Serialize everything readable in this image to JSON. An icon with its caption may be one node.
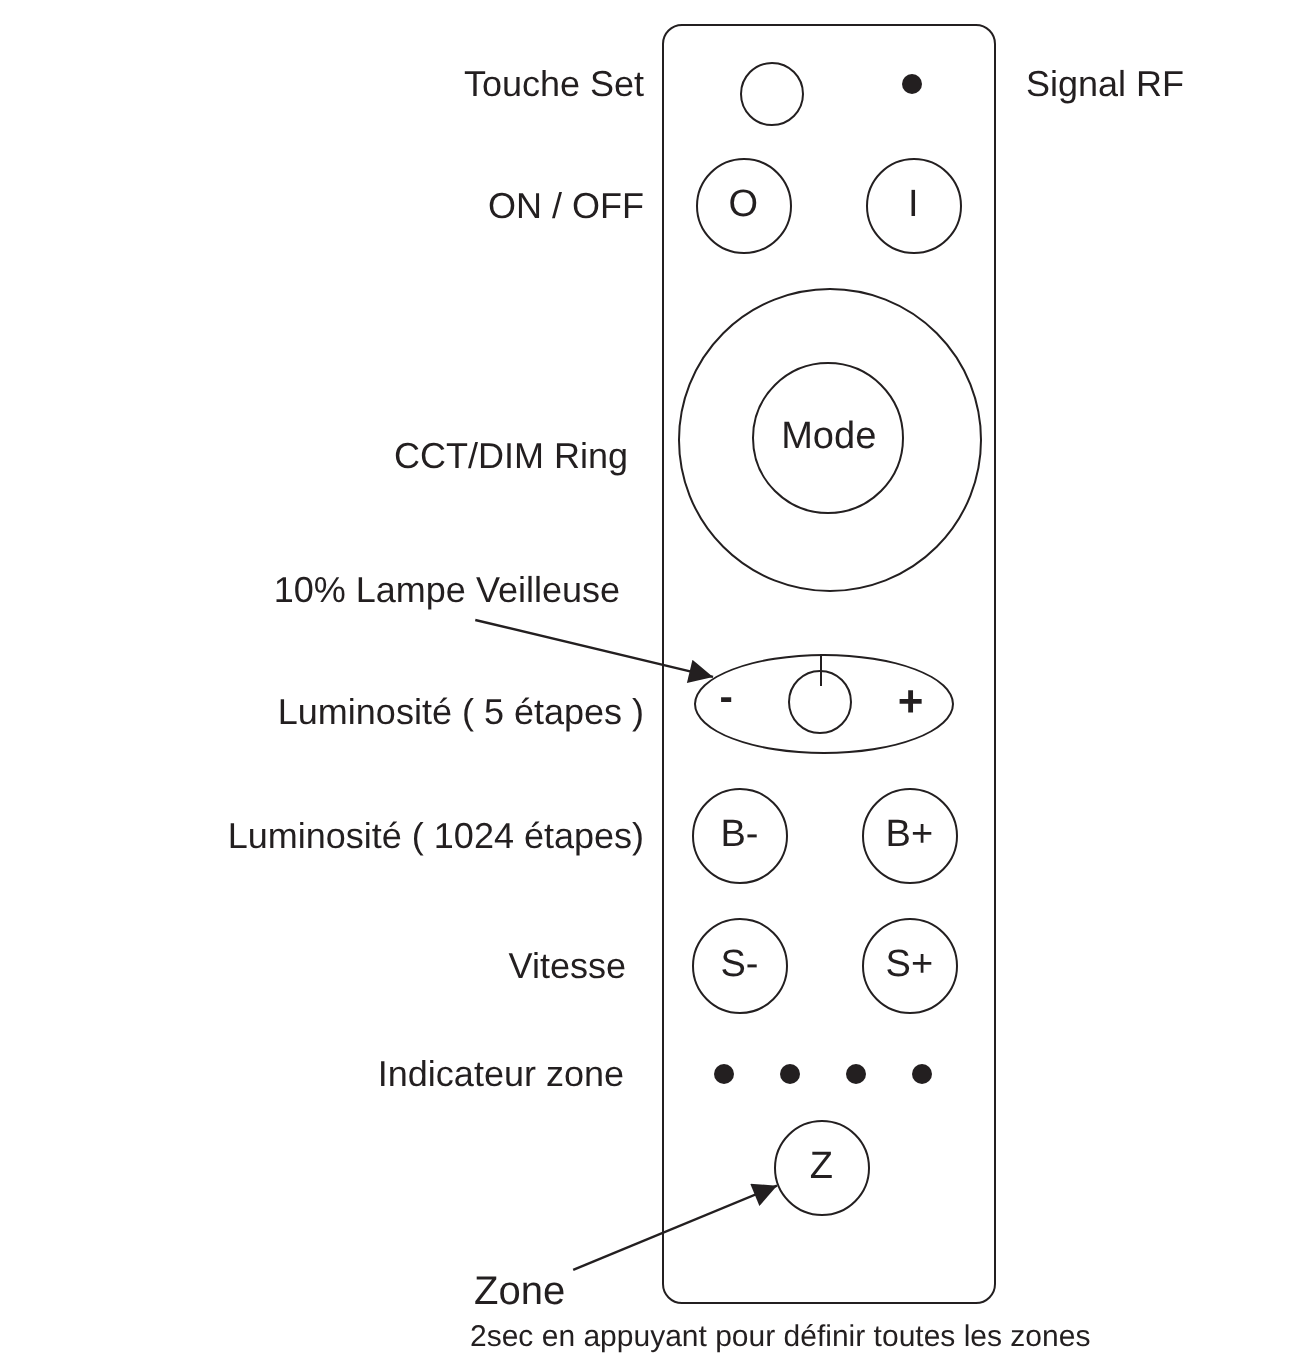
{
  "diagram": {
    "nodes": [
      {
        "text": [],
        "shape": "box"
      },
      {
        "text": [],
        "shape": "circle",
        "in": 0
      },
      {
        "text": [
          "O"
        ],
        "in": 0
      },
      {
        "text": [
          "I"
        ],
        "in": 0
      },
      {
        "text": [],
        "shape": "circle",
        "in": 0
      },
      {
        "text": [
          "Mode"
        ],
        "in": 4
      },
      {
        "text": [
          "10% Lampe Veilleuse"
        ]
      },
      {
        "text": [
          "-",
          "+"
        ],
        "in": 0
      },
      {
        "text": [],
        "shape": "circle",
        "in": 7
      },
      {
        "text": [
          "B-"
        ],
        "in": 0
      },
      {
        "text": [
          "B+"
        ],
        "in": 0
      },
      {
        "text": [
          "S-"
        ],
        "in": 0
      },
      {
        "text": [
          "S+"
        ],
        "in": 0
      },
      {
        "text": [
          "Z"
        ],
        "in": 0
      },
      {
        "text": [
          "Zone"
        ],
        "beside": [
          "2sec en appuyant pour définir toutes les zones"
        ]
      }
    ],
    "edges": [
      {
        "from": 6,
        "to": 7,
        "arrow": "to"
      },
      {
        "from": 14,
        "to": 13,
        "arrow": "to"
      }
    ],
    "labels": [
      "Touche Set",
      "Signal RF",
      "ON / OFF",
      "CCT/DIM Ring",
      "Luminosité ( 5 étapes )",
      "Luminosité ( 1024 étapes)",
      "Vitesse",
      "Indicateur zone"
    ]
  }
}
